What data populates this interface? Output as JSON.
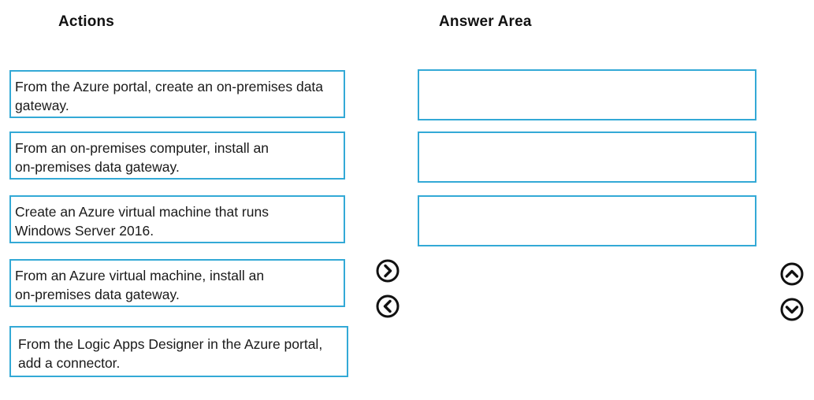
{
  "headings": {
    "actions": "Actions",
    "answer_area": "Answer Area"
  },
  "actions": [
    {
      "text": "From the Azure portal, create an on-premises data\ngateway."
    },
    {
      "text": "From an on-premises computer, install an\non-premises data gateway."
    },
    {
      "text": "Create an Azure virtual machine that runs\nWindows Server 2016."
    },
    {
      "text": "From an Azure virtual machine, install an\non-premises data gateway."
    },
    {
      "text": "From the Logic Apps Designer in the Azure portal,\nadd a connector."
    }
  ],
  "answer_slots": [
    {
      "text": ""
    },
    {
      "text": ""
    },
    {
      "text": ""
    }
  ],
  "controls": {
    "move_right_icon": "chevron-right-circle-icon",
    "move_left_icon": "chevron-left-circle-icon",
    "move_up_icon": "chevron-up-circle-icon",
    "move_down_icon": "chevron-down-circle-icon"
  },
  "colors": {
    "box_border": "#33a9d6",
    "icon": "#111111",
    "text": "#1a1a1a"
  }
}
